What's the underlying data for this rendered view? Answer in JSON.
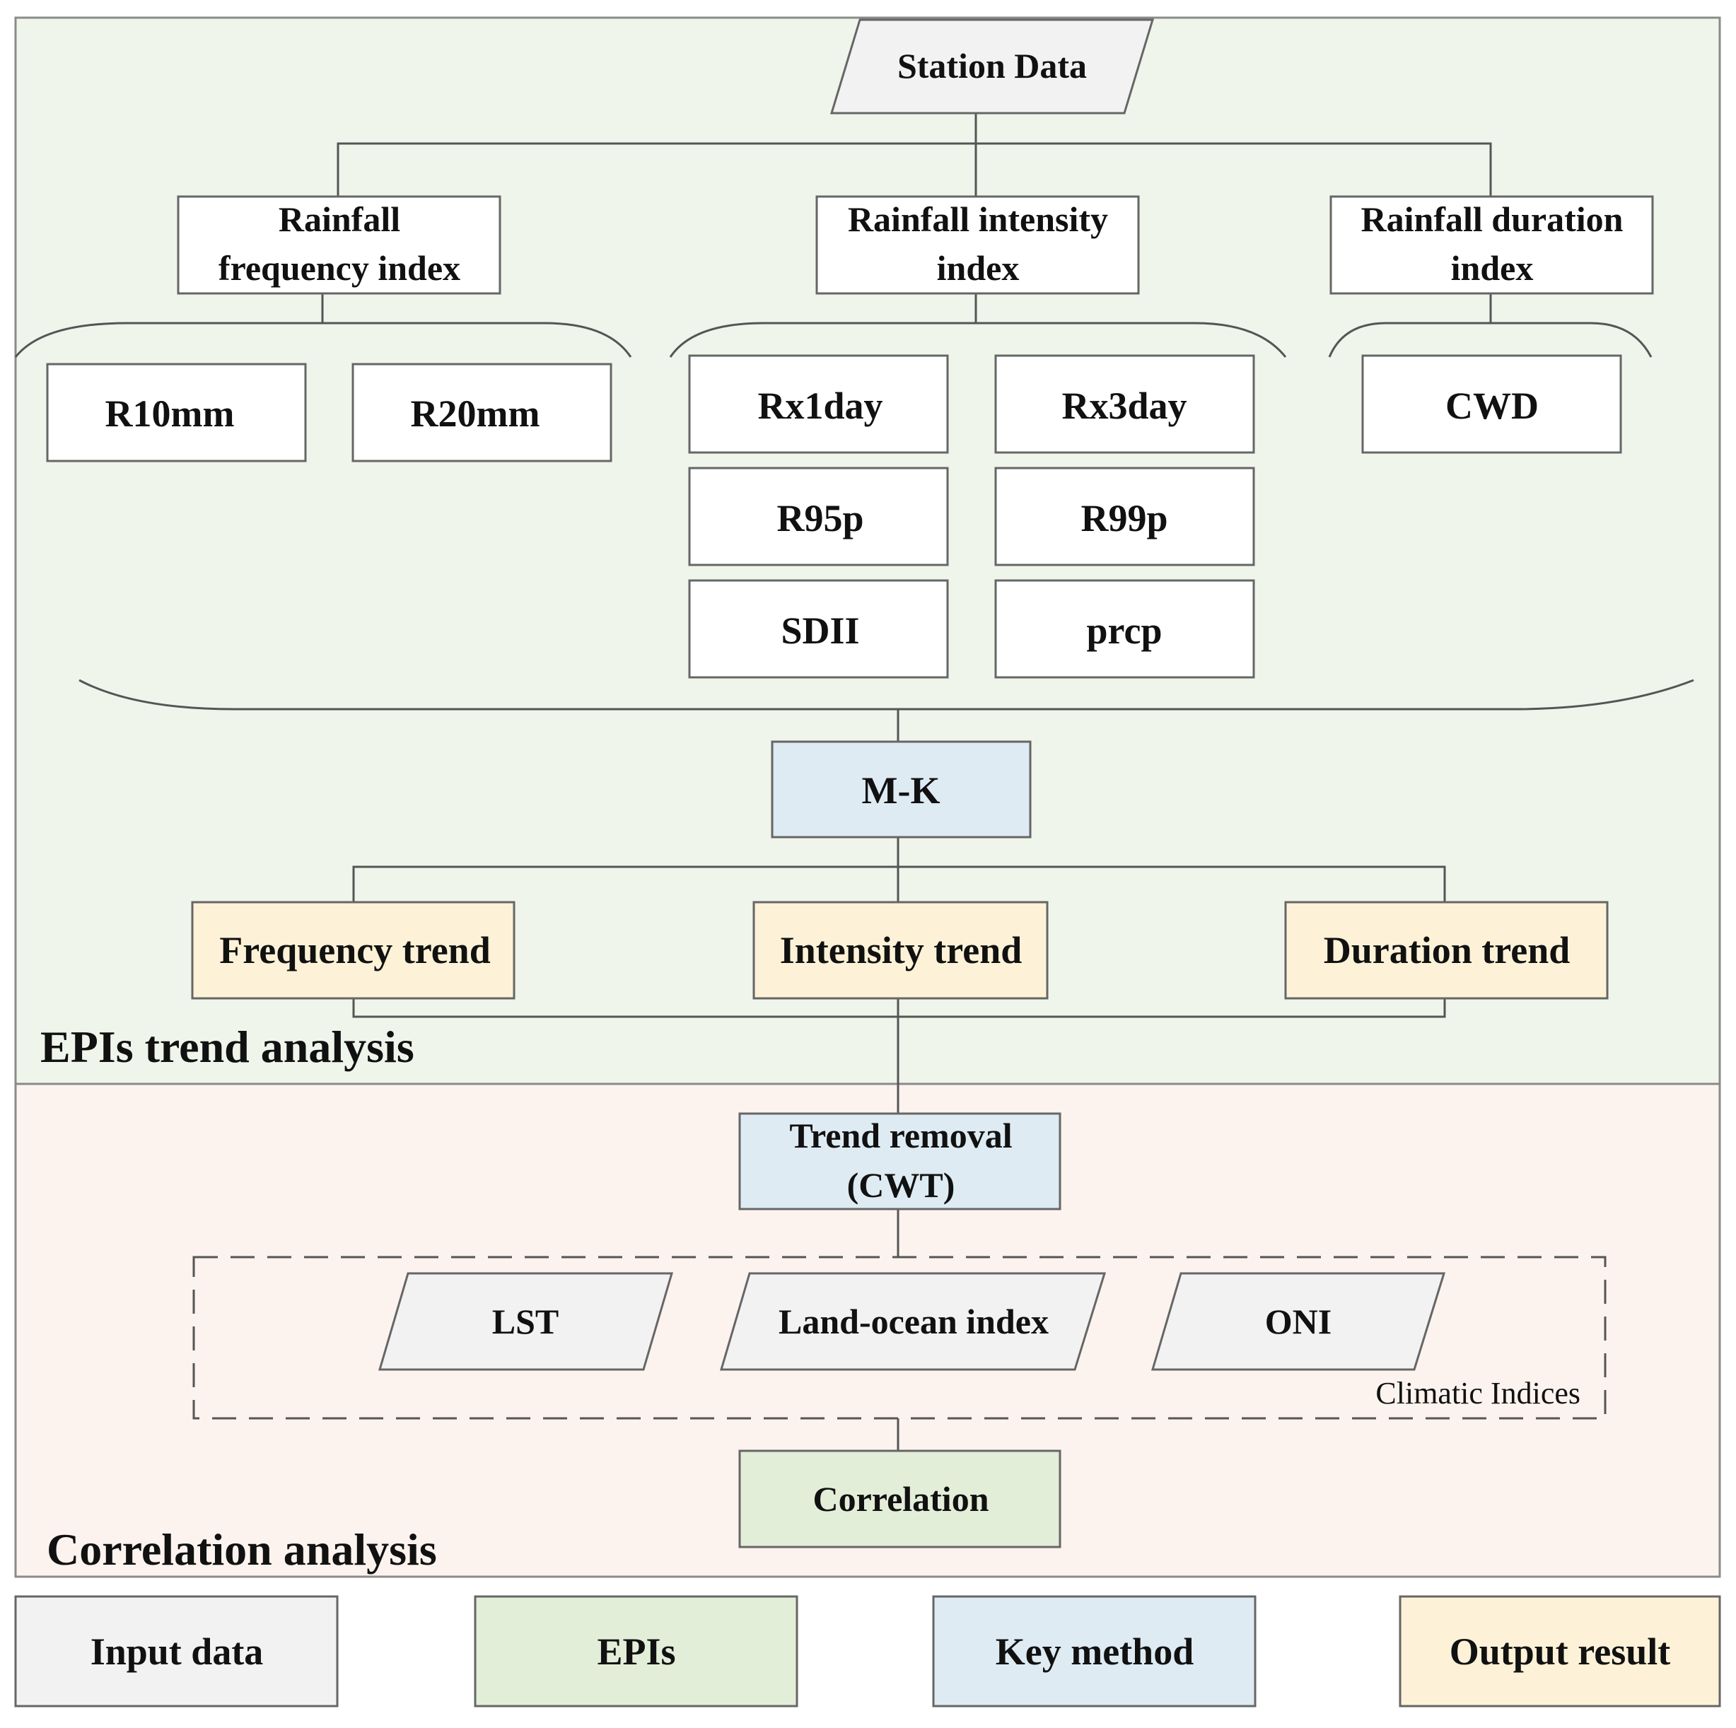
{
  "colors": {
    "epis_panel_bg": "#eff5ea",
    "correlation_panel_bg": "#fcf3ee",
    "input_fill": "#f2f2f2",
    "epis_fill": "#e3eed9",
    "method_fill": "#deebf3",
    "output_fill": "#fdf2d7",
    "stroke": "#666666"
  },
  "epis_section": {
    "title": "EPIs trend analysis",
    "station_data": "Station Data",
    "categories": {
      "frequency": [
        "Rainfall",
        "frequency index"
      ],
      "intensity": [
        "Rainfall intensity",
        "index"
      ],
      "duration": [
        "Rainfall duration",
        "index"
      ]
    },
    "indices": {
      "r10mm": "R10mm",
      "r20mm": "R20mm",
      "rx1day": "Rx1day",
      "rx3day": "Rx3day",
      "r95p": "R95p",
      "r99p": "R99p",
      "sdii": "SDII",
      "prcp": "prcp",
      "cwd": "CWD"
    },
    "method": "M-K",
    "trends": {
      "frequency": "Frequency trend",
      "intensity": "Intensity trend",
      "duration": "Duration trend"
    }
  },
  "correlation_section": {
    "title": "Correlation analysis",
    "trend_removal": [
      "Trend removal",
      "(CWT)"
    ],
    "climatic_indices": {
      "caption": "Climatic Indices",
      "lst": "LST",
      "land_ocean": "Land-ocean index",
      "oni": "ONI"
    },
    "correlation": "Correlation"
  },
  "legend": {
    "input": "Input data",
    "epis": "EPIs",
    "method": "Key method",
    "output": "Output result"
  }
}
